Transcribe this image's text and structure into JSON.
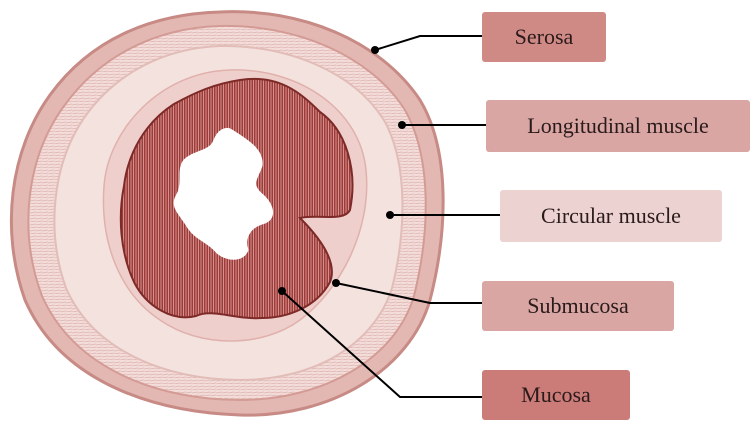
{
  "labels": {
    "serosa": "Serosa",
    "longitudinal": "Longitudinal muscle",
    "circular": "Circular muscle",
    "submucosa": "Submucosa",
    "mucosa": "Mucosa"
  },
  "colors": {
    "serosa_box": "#d08a86",
    "longitudinal_box": "#d9a6a4",
    "circular_box": "#ecd3d1",
    "submucosa_box": "#d9a6a4",
    "mucosa_box": "#cc7c78",
    "mucosa_tissue": "#9e3b39",
    "muscle_tissue": "#ecc8c4",
    "line": "#000000"
  }
}
